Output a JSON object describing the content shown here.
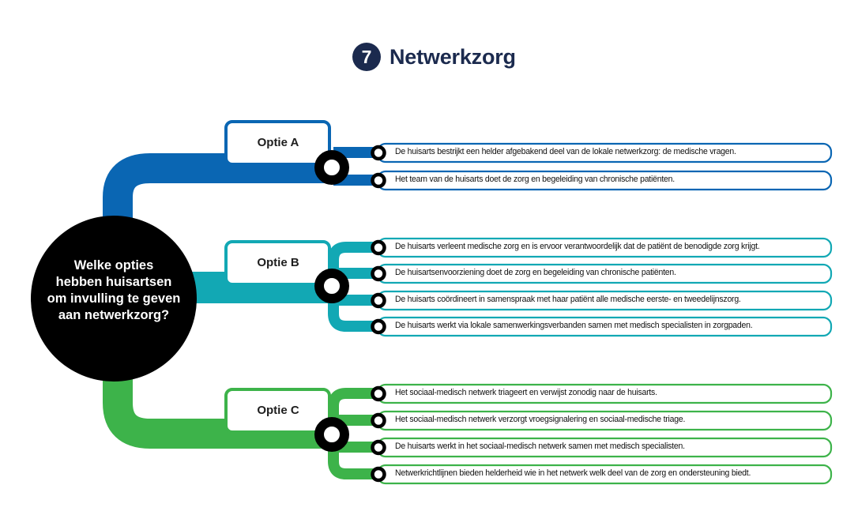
{
  "title": {
    "number": "7",
    "text": "Netwerkzorg",
    "color": "#1b2a4e"
  },
  "center_question": {
    "lines": [
      "Welke opties",
      "hebben huisartsen",
      "om invulling te geven",
      "aan netwerkzorg?"
    ]
  },
  "colors": {
    "option_a": "#0a66b3",
    "option_b": "#12a8b4",
    "option_c": "#3db34a",
    "hub": "#000000",
    "center": "#000000"
  },
  "options": [
    {
      "label": "Optie A",
      "items": [
        "De huisarts bestrijkt een helder afgebakend deel van de lokale netwerkzorg: de medische vragen.",
        "Het team van de huisarts doet de zorg en begeleiding van chronische patiënten."
      ]
    },
    {
      "label": "Optie B",
      "items": [
        "De huisarts verleent medische zorg en is ervoor verantwoordelijk dat de patiënt de benodigde zorg krijgt.",
        "De huisartsenvoorziening doet de zorg en begeleiding van chronische patiënten.",
        "De huisarts coördineert in samenspraak met haar patiënt alle medische eerste- en tweedelijnszorg.",
        "De huisarts werkt via lokale samenwerkingsverbanden samen met medisch specialisten in zorgpaden."
      ]
    },
    {
      "label": "Optie C",
      "items": [
        "Het sociaal-medisch netwerk triageert en verwijst zonodig naar de huisarts.",
        "Het sociaal-medisch netwerk verzorgt vroegsignalering en sociaal-medische triage.",
        "De huisarts werkt in het sociaal-medisch netwerk samen met medisch specialisten.",
        "Netwerkrichtlijnen bieden helderheid wie in het netwerk welk deel van de zorg en ondersteuning biedt."
      ]
    }
  ]
}
